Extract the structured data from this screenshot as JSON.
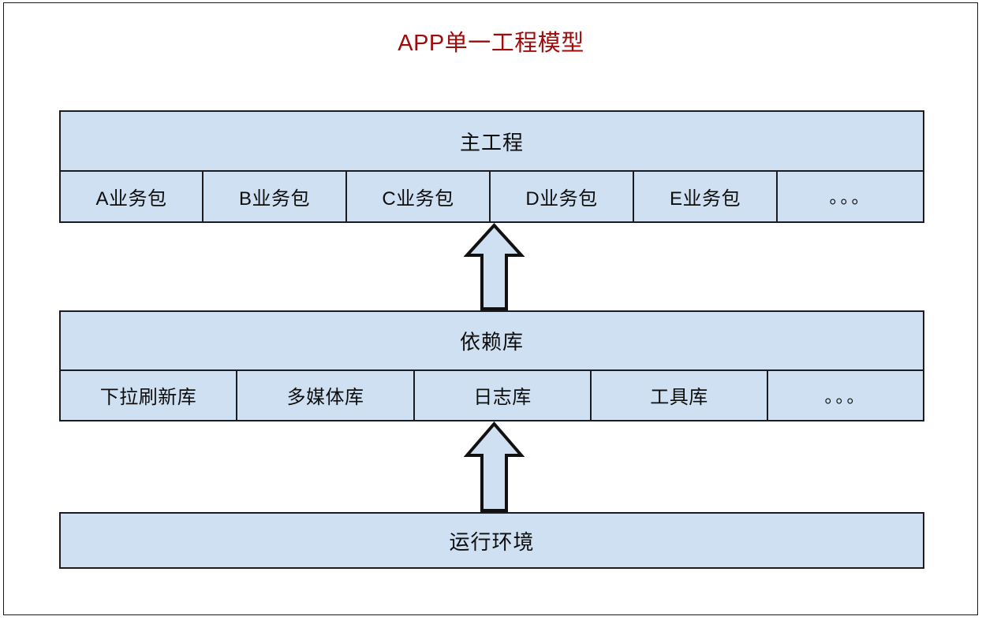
{
  "title": "APP单一工程模型",
  "theme": {
    "box_fill": "#cfe0f2",
    "box_border": "#1c1c20",
    "title_color": "#9e0b0b",
    "frame_color": "#1a1a1a",
    "arrow_fill": "#cfe0f2",
    "arrow_border": "#111111"
  },
  "layers": {
    "main": {
      "header": "主工程",
      "cells": [
        {
          "label": "A业务包"
        },
        {
          "label": "B业务包"
        },
        {
          "label": "C业务包"
        },
        {
          "label": "D业务包"
        },
        {
          "label": "E业务包"
        },
        {
          "label": "。。。"
        }
      ]
    },
    "deps": {
      "header": "依赖库",
      "cells": [
        {
          "label": "下拉刷新库"
        },
        {
          "label": "多媒体库"
        },
        {
          "label": "日志库"
        },
        {
          "label": "工具库"
        },
        {
          "label": "。。。"
        }
      ]
    },
    "runtime": {
      "header": "运行环境"
    }
  },
  "arrows": [
    {
      "name": "deps-to-main",
      "from": "依赖库",
      "to": "主工程",
      "direction": "up"
    },
    {
      "name": "runtime-to-deps",
      "from": "运行环境",
      "to": "依赖库",
      "direction": "up"
    }
  ]
}
